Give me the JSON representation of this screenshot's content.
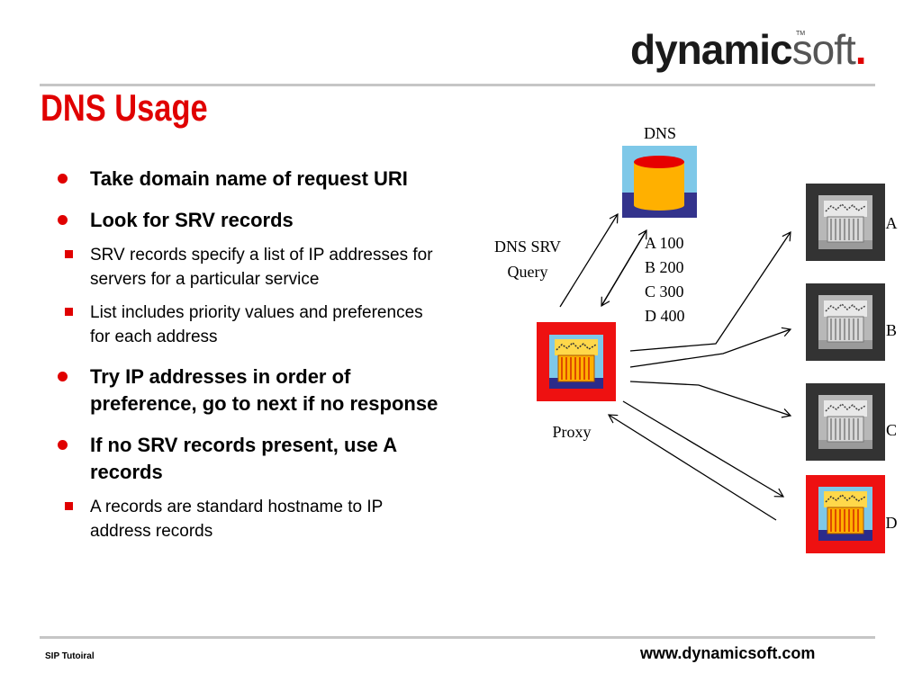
{
  "brand": {
    "bold": "dynamic",
    "light": "soft",
    "dot": ".",
    "tm": "TM"
  },
  "title": "DNS Usage",
  "bullets": [
    {
      "text": "Take domain name of request URI",
      "subs": []
    },
    {
      "text": "Look for SRV records",
      "subs": [
        "SRV records specify a list of IP addresses for servers for a particular service",
        "List includes priority values and preferences for each address"
      ]
    },
    {
      "text": "Try IP addresses in order of preference, go to next if no response",
      "subs": []
    },
    {
      "text": "If no SRV records present, use A records",
      "subs": [
        "A records are standard hostname to IP address records"
      ]
    }
  ],
  "diagram": {
    "dns_label": "DNS",
    "query_label_1": "DNS SRV",
    "query_label_2": "Query",
    "records": [
      "A 100",
      "B 200",
      "C 300",
      "D 400"
    ],
    "proxy_label": "Proxy",
    "servers": [
      "A",
      "B",
      "C",
      "D"
    ]
  },
  "footer": {
    "left": "SIP Tutoiral",
    "right": "www.dynamicsoft.com"
  },
  "colors": {
    "accent": "#e00000",
    "rule": "#c6c6c6",
    "server_bg": "#333333",
    "active_bg": "#ee1111"
  }
}
